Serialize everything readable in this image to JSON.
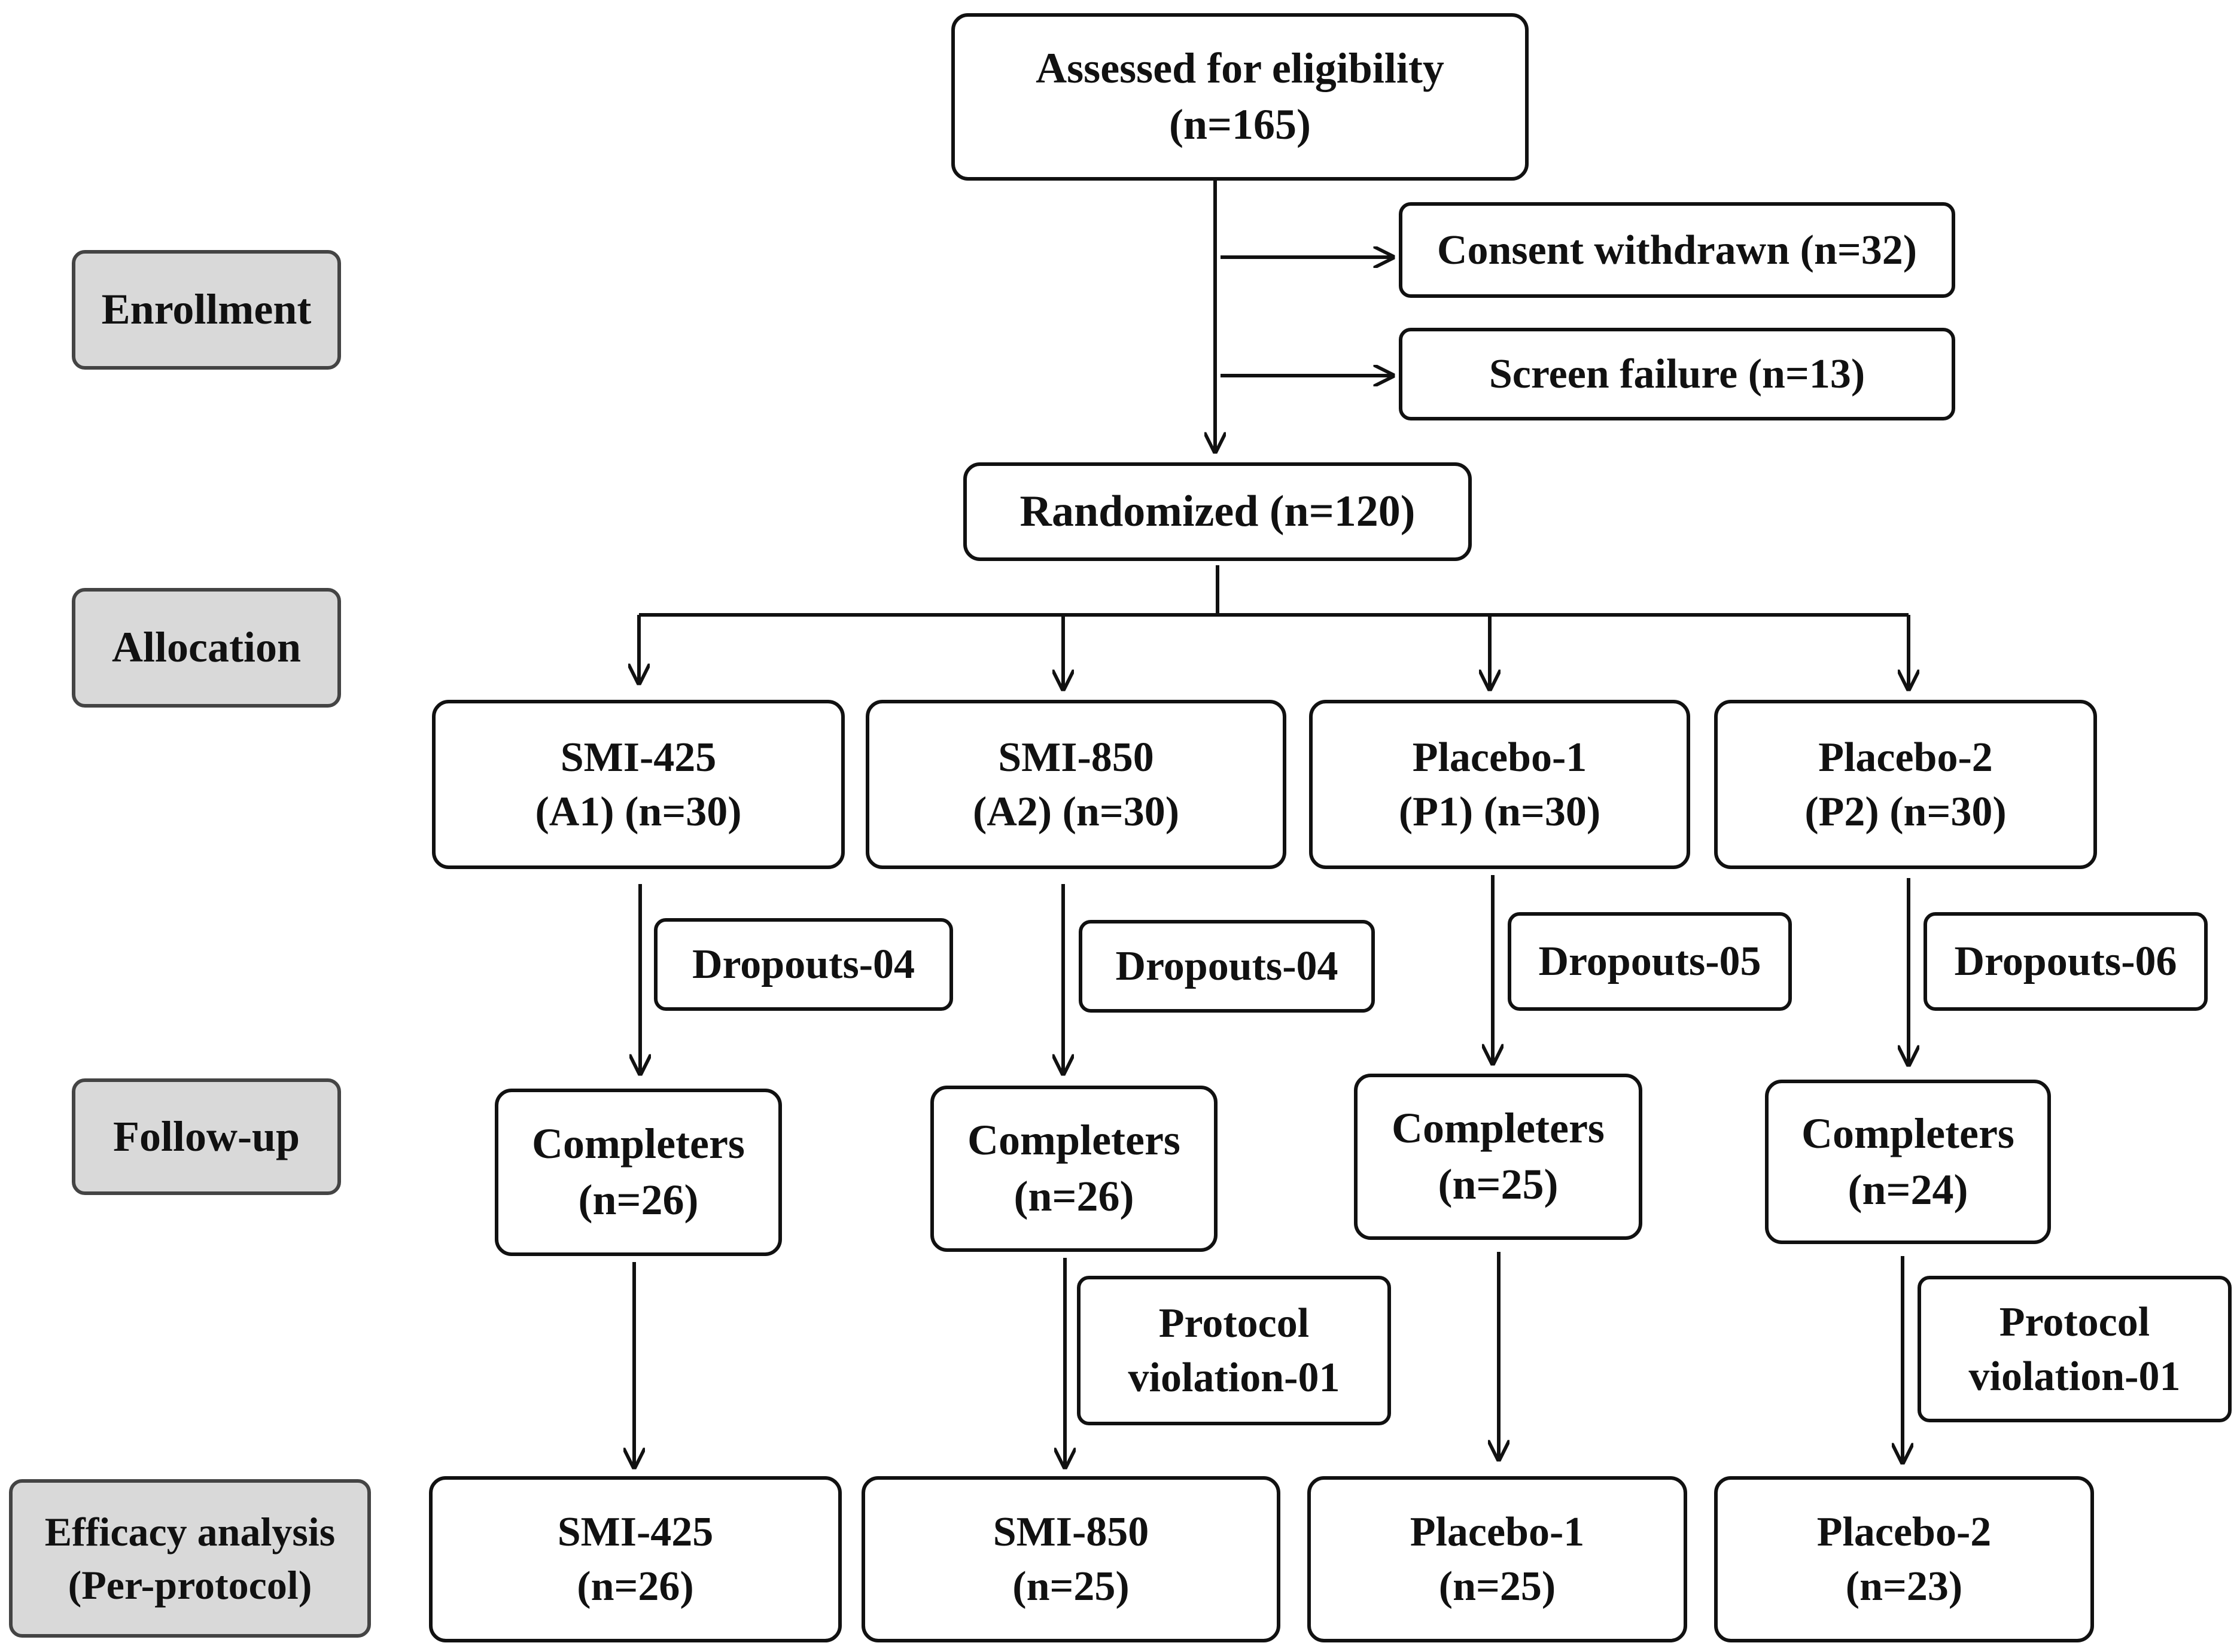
{
  "stages": {
    "enrollment": "Enrollment",
    "allocation": "Allocation",
    "followup": "Follow-up",
    "efficacy": [
      "Efficacy analysis",
      "(Per-protocol)"
    ]
  },
  "enrollment": {
    "assessed": [
      "Assessed for eligibility",
      "(n=165)"
    ],
    "consent_withdrawn": "Consent withdrawn (n=32)",
    "screen_failure": "Screen failure (n=13)",
    "randomized": "Randomized (n=120)"
  },
  "groups": [
    {
      "allocation": [
        "SMI-425",
        "(A1) (n=30)"
      ],
      "dropouts": "Dropouts-04",
      "completers": [
        "Completers",
        "(n=26)"
      ],
      "protocol_violation": null,
      "analysis": [
        "SMI-425",
        "(n=26)"
      ]
    },
    {
      "allocation": [
        "SMI-850",
        "(A2) (n=30)"
      ],
      "dropouts": "Dropouts-04",
      "completers": [
        "Completers",
        "(n=26)"
      ],
      "protocol_violation": [
        "Protocol",
        "violation-01"
      ],
      "analysis": [
        "SMI-850",
        "(n=25)"
      ]
    },
    {
      "allocation": [
        "Placebo-1",
        "(P1) (n=30)"
      ],
      "dropouts": "Dropouts-05",
      "completers": [
        "Completers",
        "(n=25)"
      ],
      "protocol_violation": null,
      "analysis": [
        "Placebo-1",
        "(n=25)"
      ]
    },
    {
      "allocation": [
        "Placebo-2",
        "(P2) (n=30)"
      ],
      "dropouts": "Dropouts-06",
      "completers": [
        "Completers",
        "(n=24)"
      ],
      "protocol_violation": [
        "Protocol",
        "violation-01"
      ],
      "analysis": [
        "Placebo-2",
        "(n=23)"
      ]
    }
  ]
}
